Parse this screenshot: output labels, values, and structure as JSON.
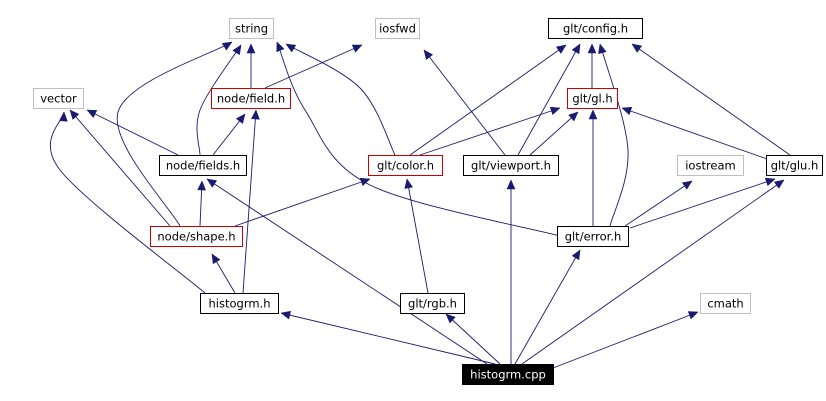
{
  "diagram": {
    "type": "include-dependency-graph",
    "colors": {
      "edge": "#1a1a70",
      "border_default": "#000000",
      "border_missing": "#bfbfbf",
      "border_truncated": "#cc0000",
      "root_fill": "#000000",
      "root_text": "#ffffff",
      "text": "#000000"
    },
    "nodes": [
      {
        "id": "string",
        "label": "string",
        "style": "missing"
      },
      {
        "id": "iosfwd",
        "label": "iosfwd",
        "style": "missing"
      },
      {
        "id": "config",
        "label": "glt/config.h",
        "style": "default"
      },
      {
        "id": "vector",
        "label": "vector",
        "style": "missing"
      },
      {
        "id": "field",
        "label": "node/field.h",
        "style": "truncated"
      },
      {
        "id": "gl",
        "label": "glt/gl.h",
        "style": "truncated"
      },
      {
        "id": "fields",
        "label": "node/fields.h",
        "style": "default"
      },
      {
        "id": "color",
        "label": "glt/color.h",
        "style": "truncated"
      },
      {
        "id": "viewport",
        "label": "glt/viewport.h",
        "style": "default"
      },
      {
        "id": "iostream",
        "label": "iostream",
        "style": "missing"
      },
      {
        "id": "glu",
        "label": "glt/glu.h",
        "style": "default"
      },
      {
        "id": "shape",
        "label": "node/shape.h",
        "style": "truncated"
      },
      {
        "id": "error",
        "label": "glt/error.h",
        "style": "default"
      },
      {
        "id": "histogrm_h",
        "label": "histogrm.h",
        "style": "default"
      },
      {
        "id": "rgb",
        "label": "glt/rgb.h",
        "style": "default"
      },
      {
        "id": "cmath",
        "label": "cmath",
        "style": "missing"
      },
      {
        "id": "histogrm_cpp",
        "label": "histogrm.cpp",
        "style": "root"
      }
    ],
    "edges": [
      [
        "field",
        "string"
      ],
      [
        "field",
        "iosfwd"
      ],
      [
        "fields",
        "string"
      ],
      [
        "fields",
        "vector"
      ],
      [
        "fields",
        "field"
      ],
      [
        "color",
        "string"
      ],
      [
        "color",
        "config"
      ],
      [
        "color",
        "gl"
      ],
      [
        "gl",
        "config"
      ],
      [
        "viewport",
        "iosfwd"
      ],
      [
        "viewport",
        "config"
      ],
      [
        "viewport",
        "gl"
      ],
      [
        "glu",
        "config"
      ],
      [
        "glu",
        "gl"
      ],
      [
        "shape",
        "vector"
      ],
      [
        "shape",
        "string"
      ],
      [
        "shape",
        "fields"
      ],
      [
        "shape",
        "color"
      ],
      [
        "error",
        "string"
      ],
      [
        "error",
        "config"
      ],
      [
        "error",
        "gl"
      ],
      [
        "error",
        "iostream"
      ],
      [
        "error",
        "glu"
      ],
      [
        "histogrm_h",
        "shape"
      ],
      [
        "histogrm_h",
        "field"
      ],
      [
        "histogrm_h",
        "vector"
      ],
      [
        "rgb",
        "color"
      ],
      [
        "histogrm_cpp",
        "histogrm_h"
      ],
      [
        "histogrm_cpp",
        "fields"
      ],
      [
        "histogrm_cpp",
        "rgb"
      ],
      [
        "histogrm_cpp",
        "viewport"
      ],
      [
        "histogrm_cpp",
        "error"
      ],
      [
        "histogrm_cpp",
        "glu"
      ],
      [
        "histogrm_cpp",
        "cmath"
      ]
    ]
  }
}
